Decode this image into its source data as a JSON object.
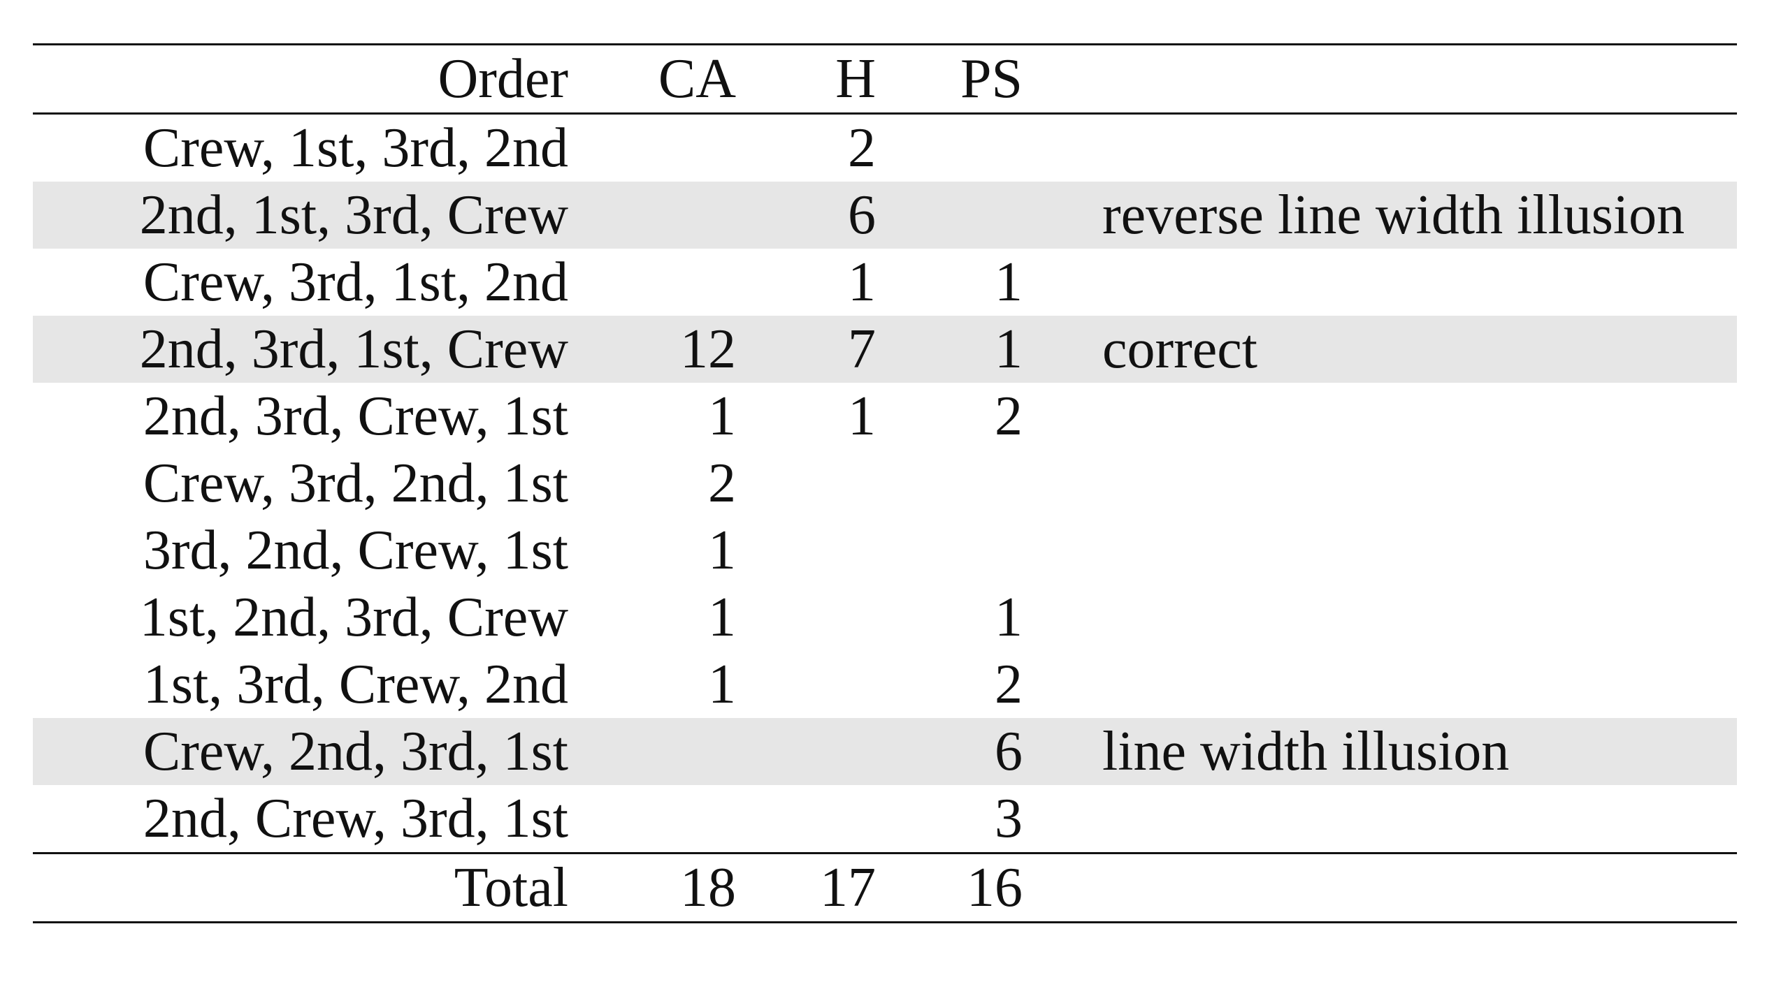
{
  "table": {
    "headers": {
      "order": "Order",
      "ca": "CA",
      "h": "H",
      "ps": "PS",
      "note": ""
    },
    "rows": [
      {
        "order": "Crew, 1st, 3rd, 2nd",
        "ca": "",
        "h": "2",
        "ps": "",
        "note": "",
        "highlight": false
      },
      {
        "order": "2nd, 1st, 3rd, Crew",
        "ca": "",
        "h": "6",
        "ps": "",
        "note": "reverse line width illusion",
        "highlight": true
      },
      {
        "order": "Crew, 3rd, 1st, 2nd",
        "ca": "",
        "h": "1",
        "ps": "1",
        "note": "",
        "highlight": false
      },
      {
        "order": "2nd, 3rd, 1st, Crew",
        "ca": "12",
        "h": "7",
        "ps": "1",
        "note": "correct",
        "highlight": true
      },
      {
        "order": "2nd, 3rd, Crew, 1st",
        "ca": "1",
        "h": "1",
        "ps": "2",
        "note": "",
        "highlight": false
      },
      {
        "order": "Crew, 3rd, 2nd, 1st",
        "ca": "2",
        "h": "",
        "ps": "",
        "note": "",
        "highlight": false
      },
      {
        "order": "3rd, 2nd, Crew, 1st",
        "ca": "1",
        "h": "",
        "ps": "",
        "note": "",
        "highlight": false
      },
      {
        "order": "1st, 2nd, 3rd, Crew",
        "ca": "1",
        "h": "",
        "ps": "1",
        "note": "",
        "highlight": false
      },
      {
        "order": "1st, 3rd, Crew, 2nd",
        "ca": "1",
        "h": "",
        "ps": "2",
        "note": "",
        "highlight": false
      },
      {
        "order": "Crew, 2nd, 3rd, 1st",
        "ca": "",
        "h": "",
        "ps": "6",
        "note": "line width illusion",
        "highlight": true
      },
      {
        "order": "2nd, Crew, 3rd, 1st",
        "ca": "",
        "h": "",
        "ps": "3",
        "note": "",
        "highlight": false
      }
    ],
    "total": {
      "order": "Total",
      "ca": "18",
      "h": "17",
      "ps": "16",
      "note": ""
    }
  }
}
